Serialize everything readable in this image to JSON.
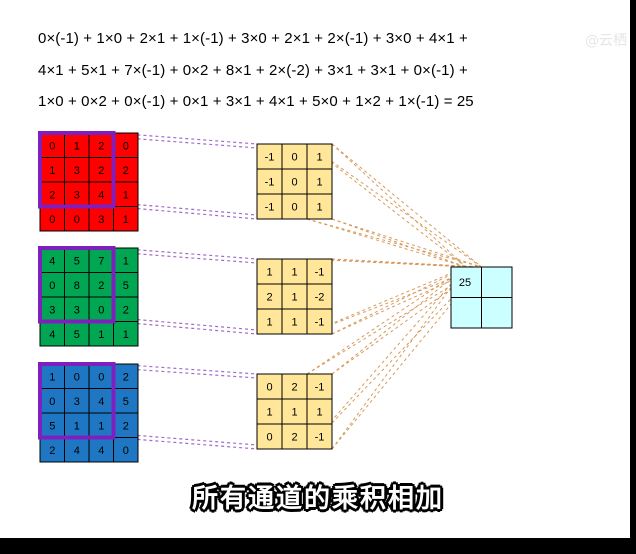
{
  "equation": {
    "line1": "0×(-1) + 1×0 + 2×1 + 1×(-1) + 3×0 + 2×1 + 2×(-1) + 3×0 + 4×1 +",
    "line2": "4×1 + 5×1 + 7×(-1) + 0×2 + 8×1 + 2×(-2) + 3×1 + 3×1 + 0×(-1) +",
    "line3": "1×0 + 0×2 + 0×(-1) + 0×1 + 3×1 + 4×1 + 5×0 + 1×2 + 1×(-1) = 25"
  },
  "watermark": "@云栖",
  "channels": [
    {
      "name": "red",
      "color": "#ff0000",
      "values": [
        [
          "0",
          "1",
          "2",
          "0"
        ],
        [
          "1",
          "3",
          "2",
          "2"
        ],
        [
          "2",
          "3",
          "4",
          "1"
        ],
        [
          "0",
          "0",
          "3",
          "1"
        ]
      ]
    },
    {
      "name": "green",
      "color": "#00a651",
      "values": [
        [
          "4",
          "5",
          "7",
          "1"
        ],
        [
          "0",
          "8",
          "2",
          "5"
        ],
        [
          "3",
          "3",
          "0",
          "2"
        ],
        [
          "4",
          "5",
          "1",
          "1"
        ]
      ]
    },
    {
      "name": "blue",
      "color": "#1f77c4",
      "values": [
        [
          "1",
          "0",
          "0",
          "2"
        ],
        [
          "0",
          "3",
          "4",
          "5"
        ],
        [
          "5",
          "1",
          "1",
          "2"
        ],
        [
          "2",
          "4",
          "4",
          "0"
        ]
      ]
    }
  ],
  "kernels": [
    {
      "values": [
        [
          "-1",
          "0",
          "1"
        ],
        [
          "-1",
          "0",
          "1"
        ],
        [
          "-1",
          "0",
          "1"
        ]
      ]
    },
    {
      "values": [
        [
          "1",
          "1",
          "-1"
        ],
        [
          "2",
          "1",
          "-2"
        ],
        [
          "1",
          "1",
          "-1"
        ]
      ]
    },
    {
      "values": [
        [
          "0",
          "2",
          "-1"
        ],
        [
          "1",
          "1",
          "1"
        ],
        [
          "0",
          "2",
          "-1"
        ]
      ]
    }
  ],
  "output": {
    "values": [
      [
        "25",
        ""
      ],
      [
        "",
        ""
      ]
    ]
  },
  "colors": {
    "kernel_fill": "#ffe699",
    "output_fill": "#ccffff",
    "highlight": "#7f1fbf",
    "purple_dash": "#a06cc8",
    "orange_dash": "#d79a5a"
  },
  "caption": "所有通道的乘积相加"
}
